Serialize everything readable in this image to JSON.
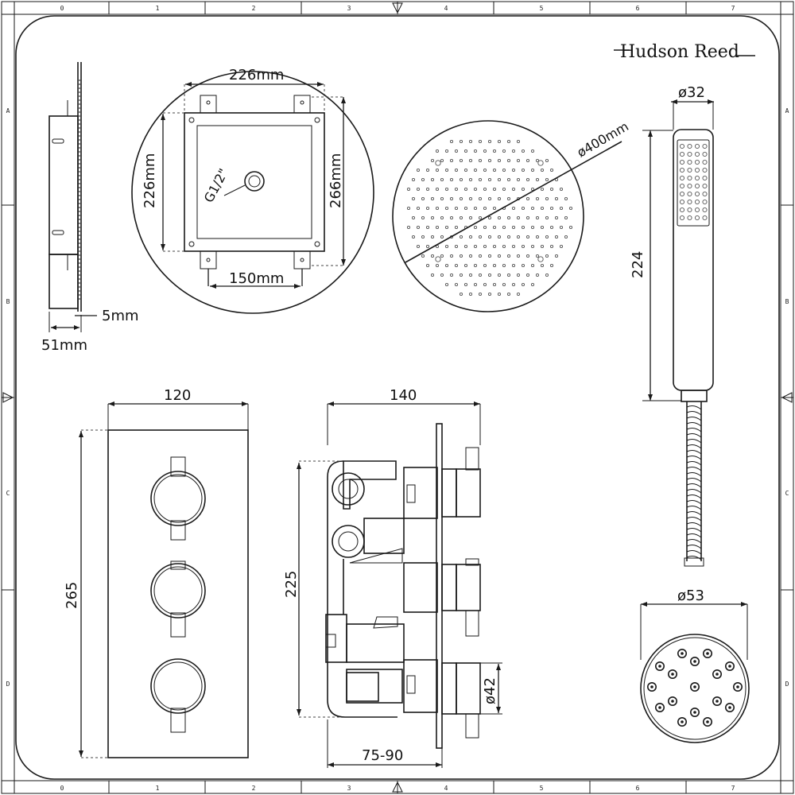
{
  "brand": {
    "name": "Hudson Reed"
  },
  "border": {
    "column_ticks": [
      "0",
      "1",
      "2",
      "3",
      "4",
      "5",
      "6",
      "7"
    ],
    "row_ticks": [
      "A",
      "B",
      "C",
      "D"
    ]
  },
  "side_profile": {
    "width_label": "51mm",
    "depth_label": "5mm"
  },
  "mount_plate": {
    "top_label": "226mm",
    "left_label": "226mm",
    "right_label": "266mm",
    "bottom_label": "150mm",
    "thread_label": "G1/2\""
  },
  "shower_head": {
    "diameter_label": "ø400mm"
  },
  "hand_shower": {
    "diameter_label": "ø32",
    "length_label": "224"
  },
  "valve_front": {
    "width_label": "120",
    "height_label": "265"
  },
  "valve_side": {
    "depth_label": "140",
    "height_label": "225",
    "recess_label": "75-90",
    "handle_label": "ø42"
  },
  "body_jet": {
    "diameter_label": "ø53"
  }
}
